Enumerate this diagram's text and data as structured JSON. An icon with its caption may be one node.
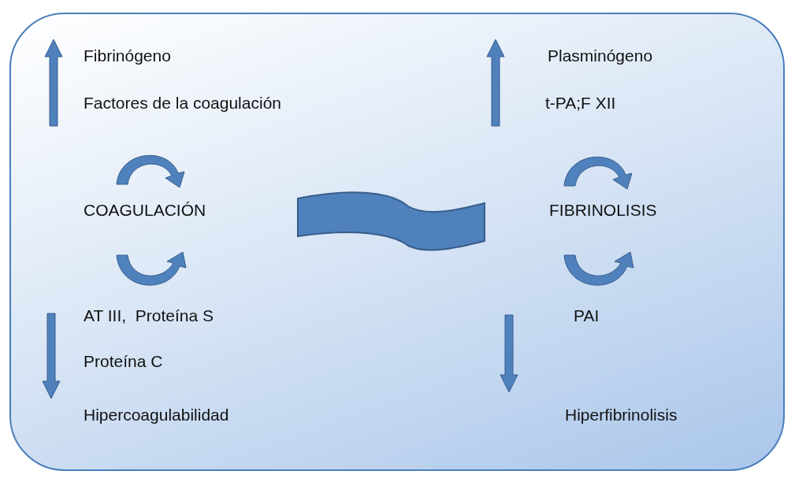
{
  "diagram": {
    "nodes": [
      {
        "text": [],
        "shape": "banner"
      }
    ],
    "labels": [
      "Fibrinógeno",
      "Plasminógeno",
      "Factores de la coagulación",
      "t-PA;F XII",
      "COAGULACIÓN",
      "FIBRINOLISIS",
      "AT III,  Proteína S",
      "PAI",
      "Proteína C",
      "Hipercoagulabilidad",
      "Hiperfibrinolisis"
    ]
  }
}
